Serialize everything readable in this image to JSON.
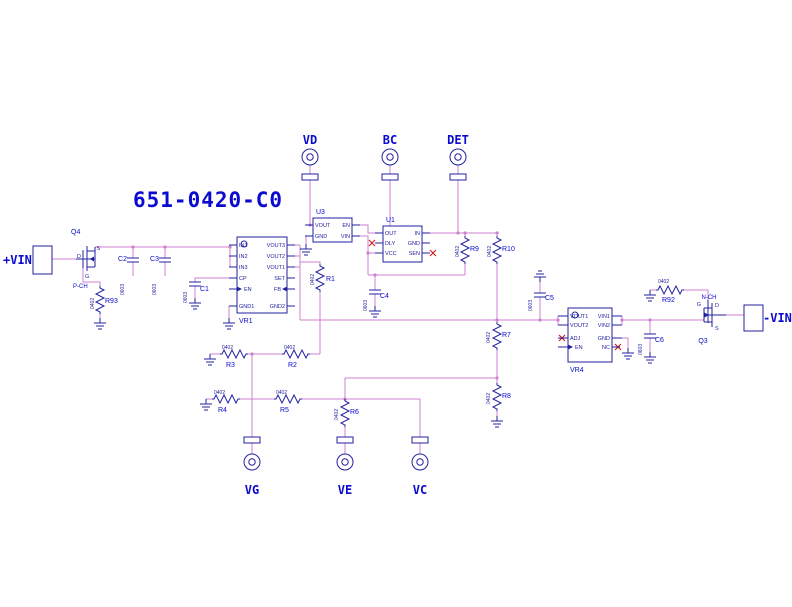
{
  "title": "651-0420-C0",
  "power": {
    "pos_label": "+VIN",
    "neg_label": "-VIN"
  },
  "testpoints": {
    "vd": "VD",
    "bc": "BC",
    "det": "DET",
    "vg": "VG",
    "ve": "VE",
    "vc": "VC"
  },
  "ics": {
    "vr1": {
      "ref": "VR1",
      "pins": {
        "l1": "IN1",
        "l2": "IN2",
        "l3": "IN3",
        "l4": "CP",
        "l5": "EN",
        "l6": "GND1",
        "r1": "VOUT3",
        "r2": "VOUT2",
        "r3": "VOUT1",
        "r4": "SET",
        "r5": "FB",
        "r6": "GND2"
      }
    },
    "vr4": {
      "ref": "VR4",
      "pins": {
        "l1": "VOUT1",
        "l2": "VOUT2",
        "l3": "ADJ",
        "l4": "EN",
        "r1": "VIN1",
        "r2": "VIN2",
        "r3": "GND",
        "r4": "NC"
      }
    },
    "u3": {
      "ref": "U3",
      "pins": {
        "l1": "VOUT",
        "l2": "GND",
        "r1": "EN",
        "r2": "VIN"
      }
    },
    "u1": {
      "ref": "U1",
      "pins": {
        "l1": "OUT",
        "l2": "DLY",
        "l3": "VCC",
        "r1": "IN",
        "r2": "GND",
        "r3": "SEN"
      }
    }
  },
  "transistors": {
    "q4": {
      "ref": "Q4",
      "type": "P-CH",
      "pin_s": "S",
      "pin_d": "D",
      "pin_g": "G"
    },
    "q3": {
      "ref": "Q3",
      "type": "N-CH",
      "pin_s": "S",
      "pin_d": "D",
      "pin_g": "G"
    }
  },
  "resistors": {
    "r1": {
      "ref": "R1",
      "value": "0402"
    },
    "r2": {
      "ref": "R2",
      "value": "0402"
    },
    "r3": {
      "ref": "R3",
      "value": "0402"
    },
    "r4": {
      "ref": "R4",
      "value": "0402"
    },
    "r5": {
      "ref": "R5",
      "value": "0402"
    },
    "r6": {
      "ref": "R6",
      "value": "0402"
    },
    "r7": {
      "ref": "R7",
      "value": "0402"
    },
    "r8": {
      "ref": "R8",
      "value": "0402"
    },
    "r9": {
      "ref": "R9",
      "value": "0402"
    },
    "r10": {
      "ref": "R10",
      "value": "0402"
    },
    "r92": {
      "ref": "R92",
      "value": "0402"
    },
    "r93": {
      "ref": "R93",
      "value": "0402"
    }
  },
  "capacitors": {
    "c1": {
      "ref": "C1",
      "value": "0603"
    },
    "c2": {
      "ref": "C2",
      "value": "0603"
    },
    "c3": {
      "ref": "C3",
      "value": "0603"
    },
    "c4": {
      "ref": "C4",
      "value": "0603"
    },
    "c5": {
      "ref": "C5",
      "value": "0603"
    },
    "c6": {
      "ref": "C6",
      "value": "0603"
    }
  },
  "colors": {
    "wire": "#cf7fd0",
    "symbol": "#2222a0",
    "label": "#0a0ad0",
    "nc_x": "#cc2222"
  }
}
